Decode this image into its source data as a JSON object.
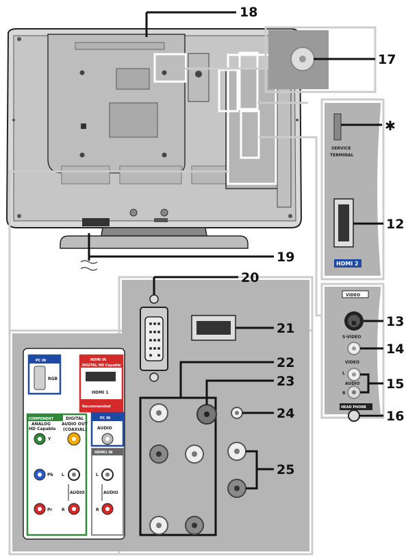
{
  "callouts": {
    "n18": "18",
    "n17": "17",
    "star": "✱",
    "n12": "12",
    "n19": "19",
    "n20": "20",
    "n21": "21",
    "n22": "22",
    "n23": "23",
    "n24": "24",
    "n25": "25",
    "n13": "13",
    "n14": "14",
    "n15": "15",
    "n16": "16"
  },
  "side_panel": {
    "service": "SERVICE",
    "terminal": "TERMINAL",
    "hdmi2": "HDMI 2",
    "video_header": "VIDEO",
    "svideo": "S-VIDEO",
    "video": "VIDEO",
    "l": "L",
    "audio": "AUDIO",
    "r": "R",
    "headphone": "HEAD PHONE"
  },
  "label_card": {
    "pcin": "PC IN",
    "rgb": "RGB",
    "hdmiin": "HDMI IN",
    "hd_capable": "DIGITAL HD Capable",
    "hdmi1": "HDMI 1",
    "recommended": "Recommended",
    "component": "COMPONENT",
    "analog1": "ANALOG",
    "analog2": "HD Capable",
    "digital1": "DIGITAL",
    "digital2": "AUDIO OUT",
    "digital3": "(COAXIAL)",
    "pcin2": "PC IN",
    "audio": "AUDIO",
    "y": "Y",
    "hdmi1in": "HDMI1 IN",
    "pb": "Pb",
    "pr": "Pr",
    "l1": "L",
    "r1": "R",
    "audio1": "AUDIO",
    "l2": "L",
    "r2": "R",
    "audio2": "AUDIO"
  }
}
